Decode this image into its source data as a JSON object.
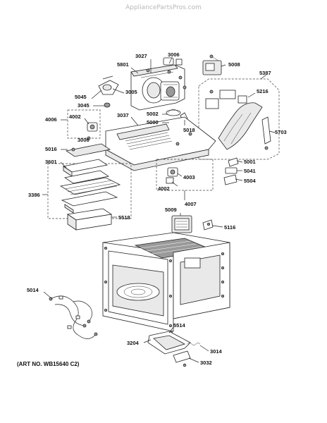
{
  "watermark": "AppliancePartsPros.com",
  "art_number": "(ART NO. WB15640 C2)",
  "labels": {
    "l3027": "3027",
    "l3006a": "3006",
    "l5008": "5008",
    "l5801": "5801",
    "l5387": "5387",
    "l5216": "5216",
    "l5045": "5045",
    "l3005": "3005",
    "l3045": "3045",
    "l4006": "4006",
    "l4002a": "4002",
    "l3037": "3037",
    "l5002": "5002",
    "l5000": "5000",
    "l5018": "5018",
    "l5703": "5703",
    "l3006b": "3006",
    "l5016": "5016",
    "l3601": "3601",
    "l5001": "5001",
    "l5041": "5041",
    "l4003": "4003",
    "l5504": "5504",
    "l4002b": "4002",
    "l3386": "3386",
    "l4007": "4007",
    "l5009": "5009",
    "l5518": "5518",
    "l5116": "5116",
    "l5014": "5014",
    "l5514": "5514",
    "l3204": "3204",
    "l3014": "3014",
    "l3032": "3032"
  }
}
